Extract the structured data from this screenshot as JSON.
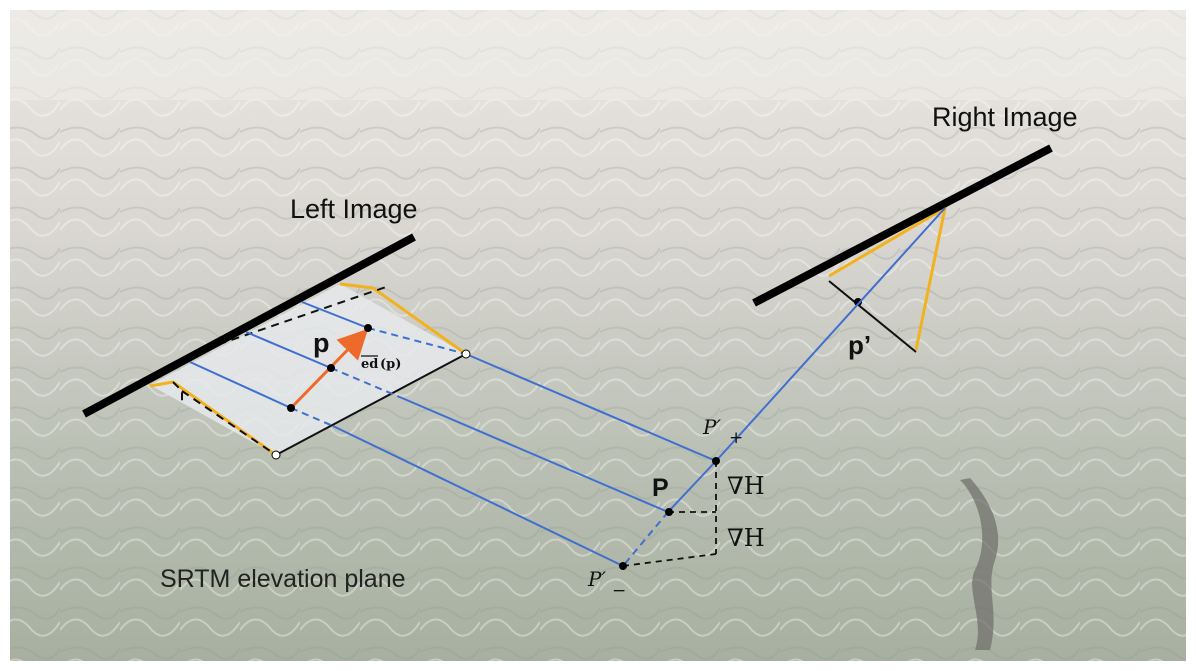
{
  "labels": {
    "left_image": "Left Image",
    "right_image": "Right Image",
    "srtm_plane": "SRTM elevation plane",
    "p_left": "p",
    "ed_symbol": "ed",
    "ed_arg": "(p)",
    "p_right": "p’",
    "P_main": "P",
    "P_plus_base": "P′",
    "P_plus_sub": "+",
    "P_minus_base": "P′",
    "P_minus_sub": "−",
    "grad_h_upper": "∇H",
    "grad_h_lower": "∇H"
  },
  "colors": {
    "ray_blue": "#3f6fcf",
    "direction_orange": "#ee6a2a",
    "frustum_yellow": "#f2b21e",
    "image_plane_black": "#000000",
    "panel_fill": "#e6e9ec"
  }
}
